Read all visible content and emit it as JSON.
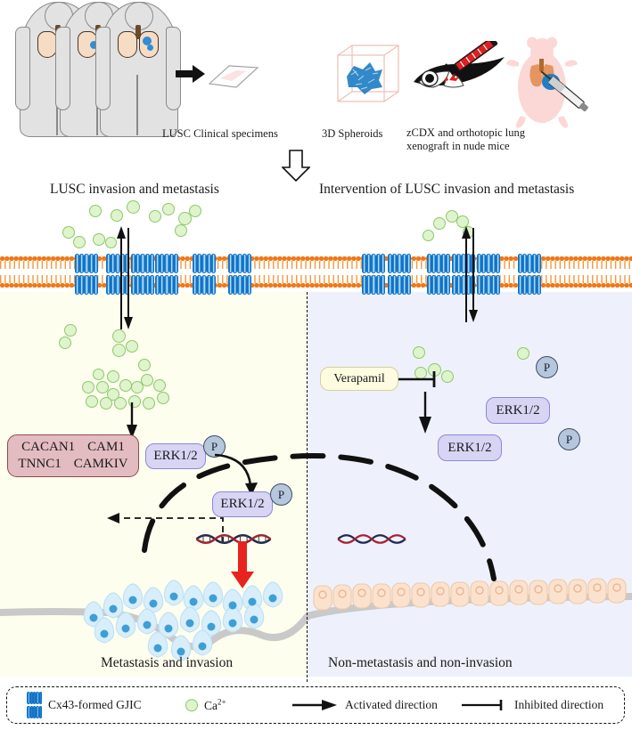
{
  "top": {
    "specimens_label": "LUSC Clinical specimens",
    "spheroids_label": "3D Spheroids",
    "zcdx_label": "zCDX and orthotopic lung xenograft in nude mice",
    "icons": {
      "humans": "human-body-lung-tumor-icon",
      "arrow": "black-right-arrow-icon",
      "slide": "microscope-slide-icon",
      "cube": "3d-spheroid-cube-icon",
      "zebrafish": "zebrafish-injection-icon",
      "mouse": "nude-mouse-syringe-icon",
      "down_arrow": "hollow-down-arrow-icon"
    }
  },
  "panels": {
    "left_header": "LUSC invasion and metastasis",
    "right_header": "Intervention of LUSC invasion and metastasis",
    "left_footer": "Metastasis and invasion",
    "right_footer": "Non-metastasis and non-invasion",
    "left_bg": "#fefeee",
    "right_bg": "#eef1fb"
  },
  "left_panel": {
    "gene_box": {
      "row1": [
        "CACAN1",
        "CAM1"
      ],
      "row2": [
        "TNNC1",
        "CAMKIV"
      ],
      "fill": "#e3bcc2",
      "stroke": "#8e4a52"
    },
    "erk_cytoplasm": "ERK1/2",
    "erk_nucleus": "ERK1/2",
    "phospho_label": "P"
  },
  "right_panel": {
    "inhibitor": "Verapamil",
    "erk_free": "ERK1/2",
    "erk_lower": "ERK1/2",
    "phospho_label": "P"
  },
  "legend": {
    "gjic": "Cx43-formed GJIC",
    "calcium": "Ca",
    "calcium_charge": "2+",
    "activated": "Activated direction",
    "inhibited": "Inhibited direction"
  },
  "colors": {
    "connexon_blue": "#2f95de",
    "lipid_orange": "#f07818",
    "calcium_green": "#8cc96a",
    "phospho_slate": "#b6c6dc",
    "erk_violet": "#d7d4f4",
    "red_arrow": "#e8231f",
    "gene_pink": "#e3bcc2"
  }
}
